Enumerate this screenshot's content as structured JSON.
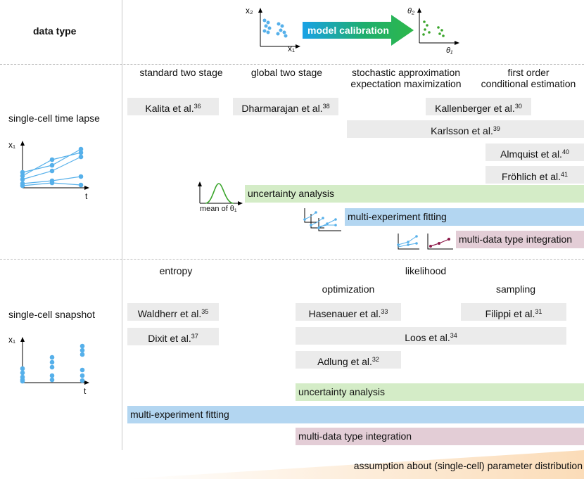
{
  "colors": {
    "sc_dot": "#56b0ea",
    "calib_dot": "#3aa52b",
    "green_band": "#d4ecc7",
    "blue_band": "#b3d6f1",
    "pink_band": "#e3cdd6",
    "gray_box": "#ebebeb",
    "integration_line": "#8c1a4a"
  },
  "header": {
    "data_type_label": "data type",
    "x_axis_label": "x₁",
    "y_axis_label": "x₂",
    "arrow_label": "model calibration",
    "theta_x_label": "θ₁",
    "theta_y_label": "θ₂"
  },
  "time_lapse": {
    "row_label": "single-cell time lapse",
    "axis_y": "x₁",
    "axis_x": "t",
    "method_headers": [
      "standard two stage",
      "global two stage",
      "stochastic approximation\nexpectation maximization",
      "first order\nconditional estimation"
    ],
    "refs": [
      {
        "text": "Kalita et al.",
        "num": "36"
      },
      {
        "text": "Dharmarajan et al.",
        "num": "38"
      },
      {
        "text": "Kallenberger et al.",
        "num": "30"
      },
      {
        "text": "Karlsson et al.",
        "num": "39"
      },
      {
        "text": "Almquist et al.",
        "num": "40"
      },
      {
        "text": "Fröhlich et al.",
        "num": "41"
      }
    ],
    "mean_label": "mean of θ₁",
    "bands": {
      "uncertainty": "uncertainty analysis",
      "multi_experiment": "multi-experiment fitting",
      "multi_data": "multi-data type integration"
    }
  },
  "snapshot": {
    "row_label": "single-cell snapshot",
    "axis_y": "x₁",
    "axis_x": "t",
    "entropy_header": "entropy",
    "likelihood_header": "likelihood",
    "optimization_header": "optimization",
    "sampling_header": "sampling",
    "refs": [
      {
        "text": "Waldherr et al.",
        "num": "35"
      },
      {
        "text": "Dixit et al.",
        "num": "37"
      },
      {
        "text": "Hasenauer et al.",
        "num": "33"
      },
      {
        "text": "Filippi et al.",
        "num": "31"
      },
      {
        "text": "Loos et al.",
        "num": "34"
      },
      {
        "text": "Adlung et al.",
        "num": "32"
      }
    ],
    "bands": {
      "uncertainty": "uncertainty analysis",
      "multi_experiment": "multi-experiment fitting",
      "multi_data": "multi-data type integration"
    }
  },
  "footer": {
    "text": "assumption about (single-cell) parameter distribution"
  }
}
